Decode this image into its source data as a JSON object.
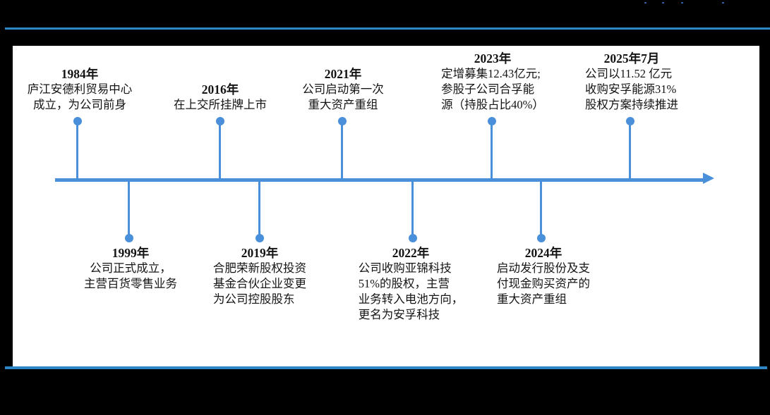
{
  "colors": {
    "background": "#000000",
    "panel": "#ffffff",
    "border_line": "#2e86c5",
    "timeline": "#4a8fd9",
    "dot": "#4a8fd9",
    "text": "#141414"
  },
  "timeline": {
    "events": [
      {
        "year": "1984年",
        "side": "top",
        "desc_lines": [
          "庐江安德利贸易中心",
          "成立，为公司前身"
        ]
      },
      {
        "year": "1999年",
        "side": "bottom",
        "desc_lines": [
          "公司正式成立，",
          "主营百货零售业务"
        ]
      },
      {
        "year": "2016年",
        "side": "top",
        "desc_lines": [
          "在上交所挂牌上市"
        ]
      },
      {
        "year": "2019年",
        "side": "bottom",
        "desc_lines": [
          "合肥荣新股权投资",
          "基金合伙企业变更",
          "为公司控股股东"
        ]
      },
      {
        "year": "2021年",
        "side": "top",
        "desc_lines": [
          "公司启动第一次",
          "重大资产重组"
        ]
      },
      {
        "year": "2022年",
        "side": "bottom",
        "desc_lines": [
          "公司收购亚锦科技",
          "51%的股权，主营",
          "业务转入电池方向，",
          "更名为安孚科技"
        ]
      },
      {
        "year": "2023年",
        "side": "top",
        "desc_lines": [
          "定增募集12.43亿元;",
          "参股子公司合孚能",
          "源（持股占比40%）"
        ]
      },
      {
        "year": "2024年",
        "side": "bottom",
        "desc_lines": [
          "启动发行股份及支",
          "付现金购买资产的",
          "重大资产重组"
        ]
      },
      {
        "year": "2025年7月",
        "side": "top",
        "desc_lines": [
          "公司以11.52 亿元",
          "收购安孚能源31%",
          "股权方案持续推进"
        ]
      }
    ]
  }
}
